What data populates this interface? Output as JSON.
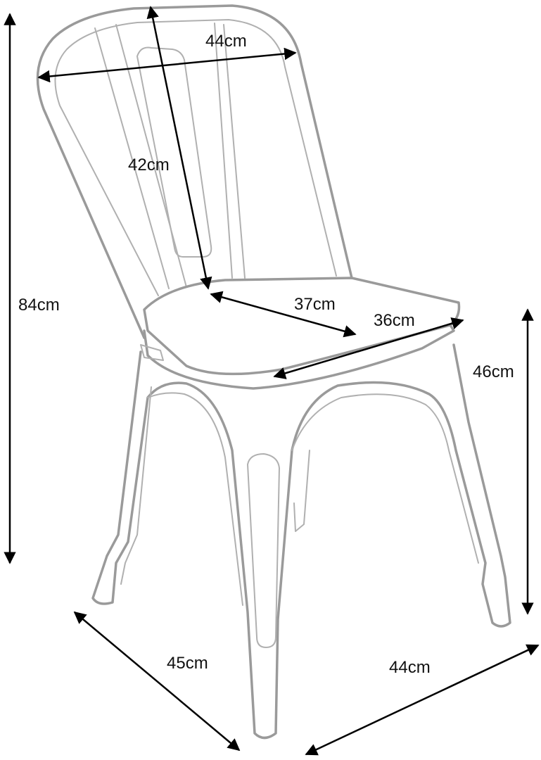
{
  "diagram": {
    "dimensions": {
      "back_width": "44cm",
      "back_height": "42cm",
      "overall_height": "84cm",
      "seat_depth": "37cm",
      "seat_width": "36cm",
      "seat_height": "46cm",
      "base_depth": "45cm",
      "base_width": "44cm"
    }
  }
}
